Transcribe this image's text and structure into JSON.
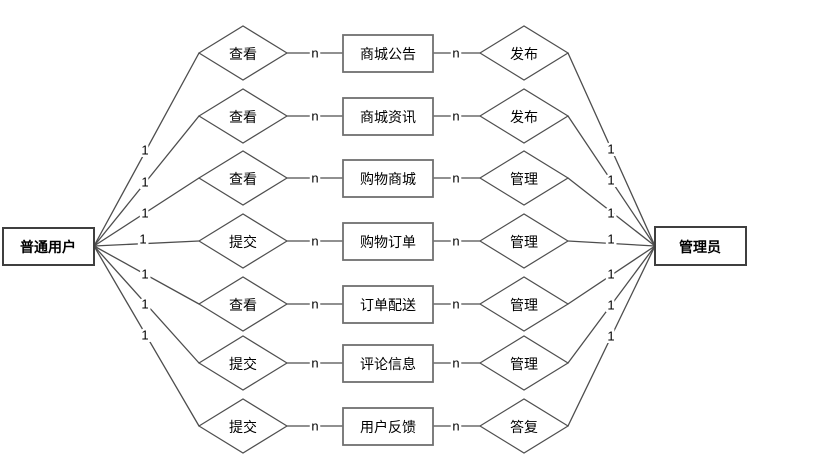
{
  "diagram": {
    "kind": "er-relationship-diagram",
    "background": "#ffffff",
    "colors": {
      "line": "#4d4d4d",
      "shape_border": "#4f4f4f",
      "entity_border": "#3f3f3f",
      "text": "#000000"
    },
    "left_entity": {
      "label": "普通用户"
    },
    "right_entity": {
      "label": "管理员"
    },
    "rows": [
      {
        "left_rel": "查看",
        "entity": "商城公告",
        "right_rel": "发布",
        "user_card": "1",
        "left_n": "n",
        "right_n": "n",
        "admin_card": "1"
      },
      {
        "left_rel": "查看",
        "entity": "商城资讯",
        "right_rel": "发布",
        "user_card": "1",
        "left_n": "n",
        "right_n": "n",
        "admin_card": "1"
      },
      {
        "left_rel": "查看",
        "entity": "购物商城",
        "right_rel": "管理",
        "user_card": "1",
        "left_n": "n",
        "right_n": "n",
        "admin_card": "1"
      },
      {
        "left_rel": "提交",
        "entity": "购物订单",
        "right_rel": "管理",
        "user_card": "1",
        "left_n": "n",
        "right_n": "n",
        "admin_card": "1"
      },
      {
        "left_rel": "查看",
        "entity": "订单配送",
        "right_rel": "管理",
        "user_card": "1",
        "left_n": "n",
        "right_n": "n",
        "admin_card": "1"
      },
      {
        "left_rel": "提交",
        "entity": "评论信息",
        "right_rel": "管理",
        "user_card": "1",
        "left_n": "n",
        "right_n": "n",
        "admin_card": "1"
      },
      {
        "left_rel": "提交",
        "entity": "用户反馈",
        "right_rel": "答复",
        "user_card": "1",
        "left_n": "n",
        "right_n": "n",
        "admin_card": "1"
      }
    ]
  }
}
